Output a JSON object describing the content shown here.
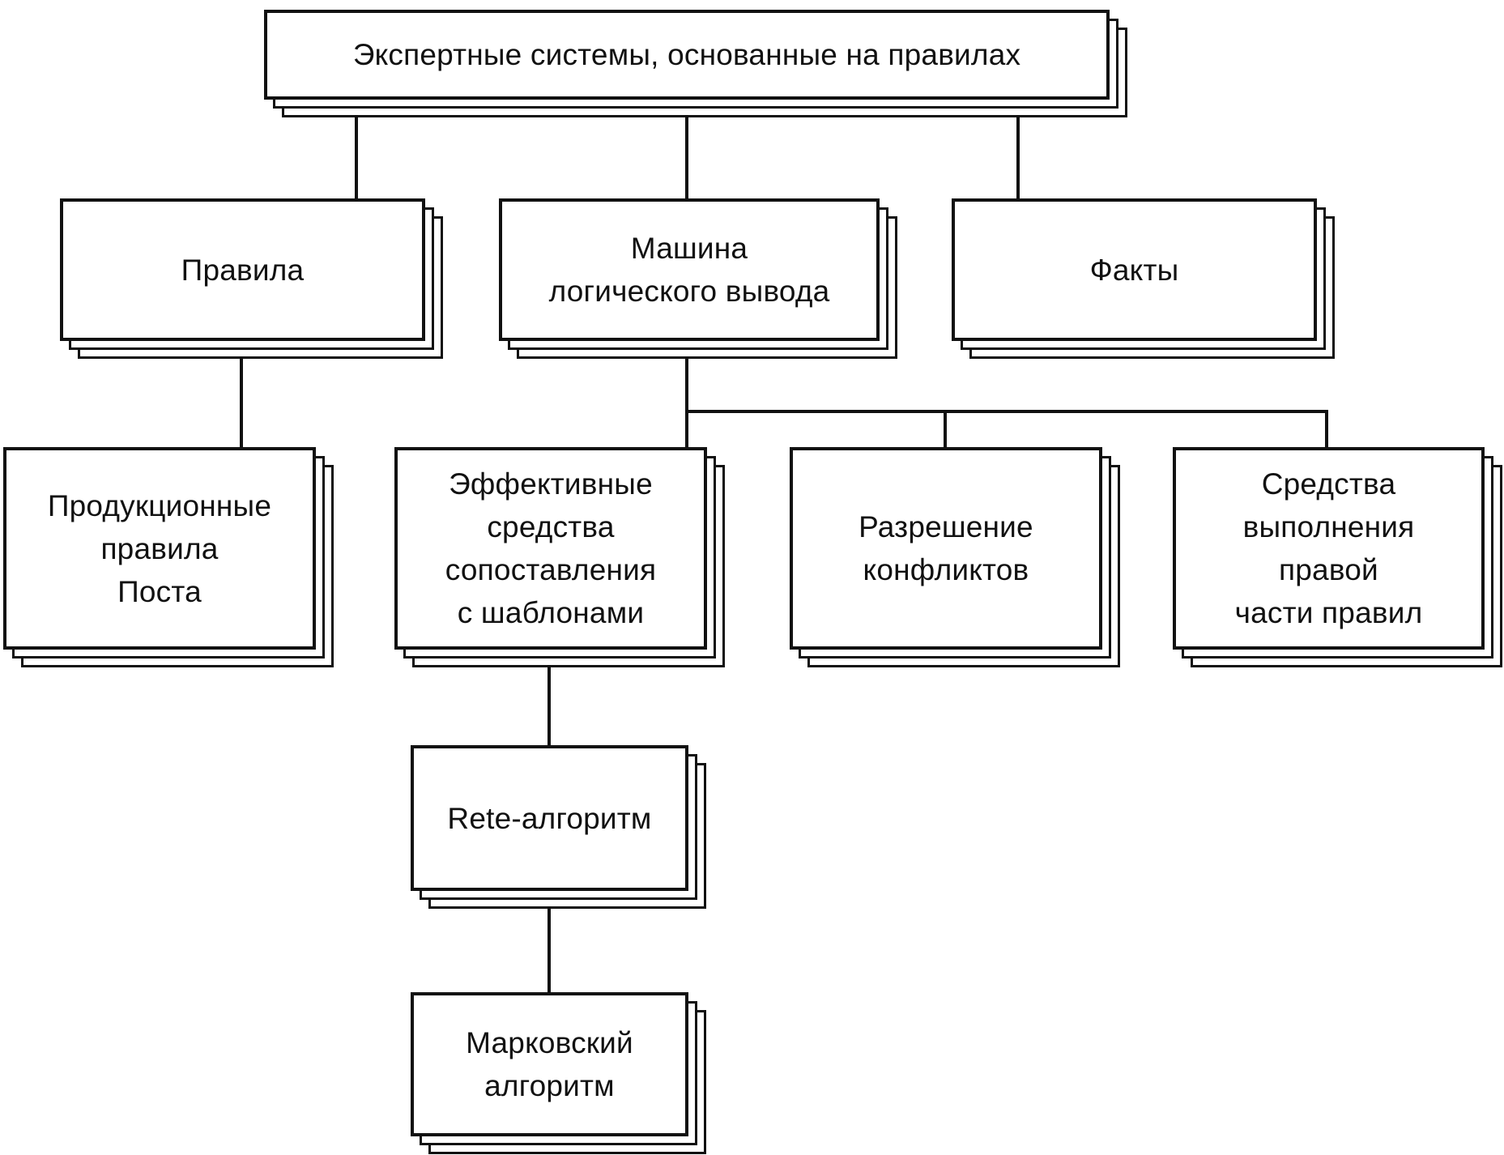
{
  "diagram": {
    "root": {
      "label": "Экспертные системы, основанные на правилах"
    },
    "rules": {
      "label": "Правила"
    },
    "inference_engine": {
      "label": "Машина\nлогического вывода"
    },
    "facts": {
      "label": "Факты"
    },
    "post_production_rules": {
      "label": "Продукционные\nправила\nПоста"
    },
    "pattern_matching": {
      "label": "Эффективные\nсредства\nсопоставления\nс шаблонами"
    },
    "conflict_resolution": {
      "label": "Разрешение\nконфликтов"
    },
    "rhs_execution": {
      "label": "Средства\nвыполнения\nправой\nчасти правил"
    },
    "rete_algorithm": {
      "label": "Rete-алгоритм"
    },
    "markov_algorithm": {
      "label": "Марковский\nалгоритм"
    }
  }
}
